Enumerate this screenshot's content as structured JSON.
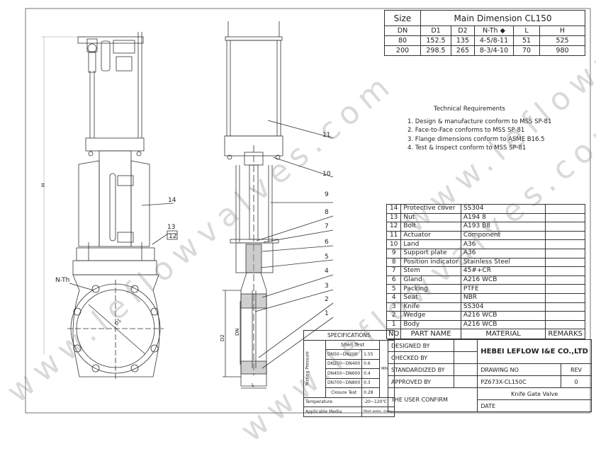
{
  "watermark": "www.leflowvalves.com",
  "dimension_table": {
    "size_label": "Size",
    "title": "Main Dimension  CL150",
    "columns": [
      "DN",
      "D1",
      "D2",
      "N-Th ◆",
      "L",
      "H"
    ],
    "rows": [
      [
        "80",
        "152.5",
        "135",
        "4-5/8-11",
        "51",
        "525"
      ],
      [
        "200",
        "298.5",
        "265",
        "8-3/4-10",
        "70",
        "980"
      ]
    ]
  },
  "technical_requirements": {
    "title": "Technical Requirements",
    "items": [
      "1. Design & manufacture conform to MSS SP-81",
      "2. Face-to-Face conforms to MSS SP-81",
      "3. Flange dimensions conform to ASME B16.5",
      "4. Test & Inspect conform to MSS SP-81"
    ]
  },
  "parts_list": {
    "headers": [
      "NO",
      "PART NAME",
      "MATERIAL",
      "REMARKS"
    ],
    "rows": [
      [
        "14",
        "Protective cover",
        "SS304",
        ""
      ],
      [
        "13",
        "Nut",
        "A194 8",
        ""
      ],
      [
        "12",
        "Bolt",
        "A193 B8",
        ""
      ],
      [
        "11",
        "Actuator",
        "Component",
        ""
      ],
      [
        "10",
        "Land",
        "A36",
        ""
      ],
      [
        "9",
        "Support plate",
        "A36",
        ""
      ],
      [
        "8",
        "Position indicator",
        "Stainless Steel",
        ""
      ],
      [
        "7",
        "Stem",
        "45#+CR",
        ""
      ],
      [
        "6",
        "Gland",
        "A216 WCB",
        ""
      ],
      [
        "5",
        "Packing",
        "PTFE",
        ""
      ],
      [
        "4",
        "Seat",
        "NBR",
        ""
      ],
      [
        "3",
        "Knife",
        "SS304",
        ""
      ],
      [
        "2",
        "Wedge",
        "A216 WCB",
        ""
      ],
      [
        "1",
        "Body",
        "A216 WCB",
        ""
      ]
    ]
  },
  "specifications": {
    "title": "SPECIFICATIONS",
    "shell_test": "Shell Test",
    "testing_pressure": "Testing Pressure",
    "unit": "MPa",
    "rows": [
      [
        "DN50~DN200",
        "1.55"
      ],
      [
        "DN250~DN400",
        "0.6"
      ],
      [
        "DN450~DN600",
        "0.4"
      ],
      [
        "DN700~DN800",
        "0.3"
      ]
    ],
    "closure_test": [
      "Closure Test",
      "0.28"
    ],
    "temperature": [
      "Temperature",
      "-20~120℃"
    ],
    "media": [
      "Applicable Media",
      "Most water, slurry"
    ]
  },
  "title_block": {
    "designed_by": "DESIGNED BY",
    "checked_by": "CHECKED BY",
    "standardized_by": "STANDARDIZED BY",
    "approved_by": "APPROVED BY",
    "user_confirm": "THE USER CONFIRM",
    "company": "HEBEI LEFLOW I&E CO.,LTD",
    "drawing_no_label": "DRAWING NO",
    "rev_label": "REV",
    "drawing_no": "PZ673X-CL150C",
    "rev": "0",
    "product": "Knife Gate Valve",
    "date_label": "DATE"
  },
  "drawing_labels": {
    "callouts": [
      "1",
      "2",
      "3",
      "4",
      "5",
      "6",
      "7",
      "8",
      "9",
      "10",
      "11",
      "12",
      "13",
      "14"
    ],
    "n_th": "N-Th",
    "h": "H",
    "d1": "D1",
    "d2": "D2",
    "dn": "DN",
    "l": "L"
  }
}
